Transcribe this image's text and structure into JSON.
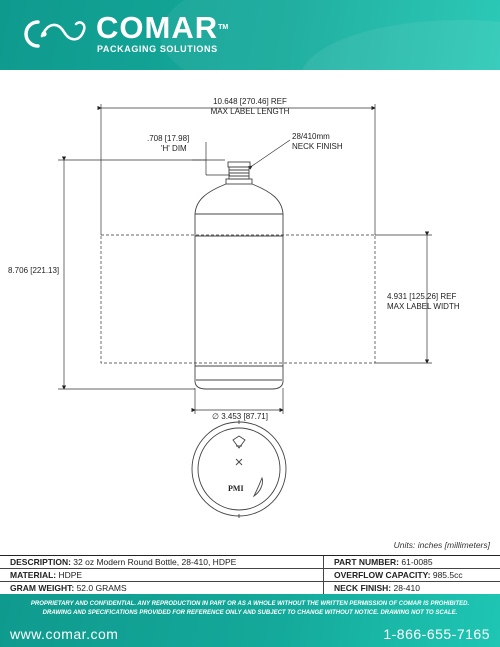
{
  "header": {
    "brand": "COMAR",
    "tm": "TM",
    "tagline": "PACKAGING SOLUTIONS"
  },
  "drawing": {
    "label_length": "10.648 [270.46]  REF",
    "label_length_caption": "MAX LABEL LENGTH",
    "h_dim": ".708 [17.98]",
    "h_dim_caption": "'H' DIM",
    "neck_finish": "28/410mm",
    "neck_finish_caption": "NECK FINISH",
    "height": "8.706 [221.13]",
    "label_width": "4.931 [125.26]  REF",
    "label_width_caption": "MAX LABEL WIDTH",
    "diameter": "∅ 3.453 [87.71]",
    "pmi": "PMI"
  },
  "units": "Units: inches [millimeters]",
  "spec": {
    "rows": [
      {
        "left_label": "DESCRIPTION:",
        "left_value": " 32 oz Modern Round Bottle, 28-410, HDPE",
        "right_label": "PART NUMBER:",
        "right_value": " 61-0085"
      },
      {
        "left_label": "MATERIAL:",
        "left_value": " HDPE",
        "right_label": "OVERFLOW CAPACITY:",
        "right_value": " 985.5cc"
      },
      {
        "left_label": "GRAM WEIGHT:",
        "left_value": " 52.0 GRAMS",
        "right_label": "NECK FINISH:",
        "right_value": " 28-410"
      }
    ]
  },
  "footer": {
    "disclaimer_line1": "PROPRIETARY AND CONFIDENTIAL. ANY REPRODUCTION IN PART OR AS A WHOLE WITHOUT THE WRITTEN PERMISSION OF COMAR IS PROHIBITED.",
    "disclaimer_line2": "DRAWING AND SPECIFICATIONS PROVIDED FOR REFERENCE ONLY AND SUBJECT TO CHANGE WITHOUT NOTICE. DRAWING NOT TO SCALE.",
    "website": "www.comar.com",
    "phone": "1-866-655-7165"
  },
  "colors": {
    "brand_teal": "#14a99a",
    "line": "#444444"
  }
}
